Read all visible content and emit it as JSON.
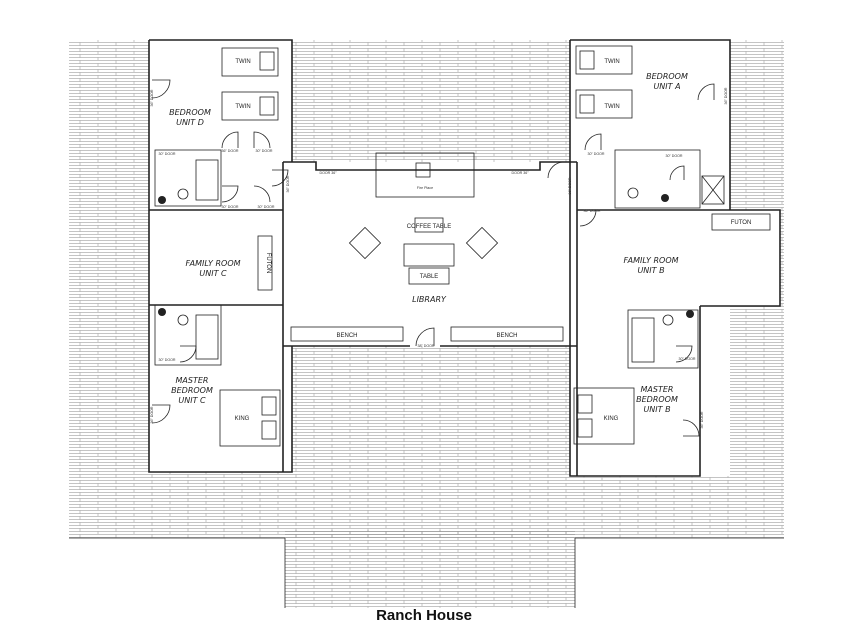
{
  "caption": "Ranch House",
  "rooms": {
    "bedroom_d": [
      "BEDROOM",
      "UNIT D"
    ],
    "family_c": [
      "FAMILY ROOM",
      "UNIT C"
    ],
    "master_c": [
      "MASTER",
      "BEDROOM",
      "UNIT C"
    ],
    "library": "LIBRARY",
    "bedroom_a": [
      "BEDROOM",
      "UNIT A"
    ],
    "family_b": [
      "FAMILY ROOM",
      "UNIT B"
    ],
    "master_b": [
      "MASTER",
      "BEDROOM",
      "UNIT B"
    ]
  },
  "furniture": {
    "twin": "TWIN",
    "king": "KING",
    "futon": "FUTON",
    "coffee_table": "COFFEE TABLE",
    "table": "TABLE",
    "bench": "BENCH",
    "fireplace": "Fire Place"
  },
  "door_labels": {
    "door_30": "30\" DOOR",
    "door_36": "36\" DOOR",
    "door_38": "38\" DOOR",
    "door_36_alt": "DOOR 36\""
  },
  "colors": {
    "line": "#222222",
    "hatch": "#8a8a8a",
    "background": "#ffffff"
  }
}
